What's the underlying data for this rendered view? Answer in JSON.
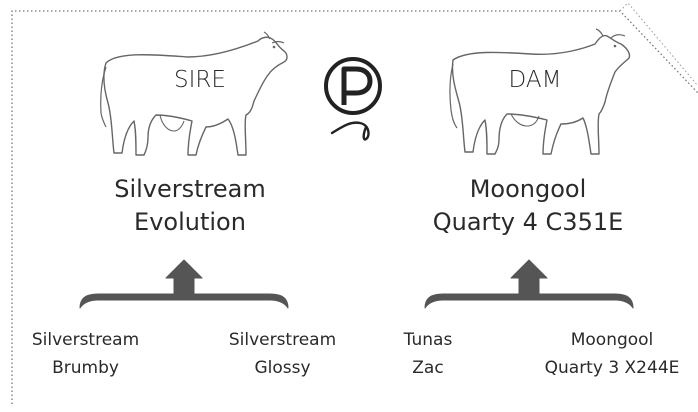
{
  "sire": {
    "label": "SIRE",
    "name_line1": "Silverstream",
    "name_line2": "Evolution",
    "parents": [
      {
        "line1": "Silverstream",
        "line2": "Brumby"
      },
      {
        "line1": "Silverstream",
        "line2": "Glossy"
      }
    ]
  },
  "dam": {
    "label": "DAM",
    "name_line1": "Moongool",
    "name_line2": "Quarty 4 C351E",
    "parents": [
      {
        "line1": "Tunas",
        "line2": "Zac"
      },
      {
        "line1": "Moongool",
        "line2": "Quarty 3 X244E"
      }
    ]
  },
  "icons": {
    "poll": "poll-p-icon",
    "sire": "bull-outline-icon",
    "dam": "cow-outline-icon"
  },
  "colors": {
    "text": "#2a2a2a",
    "arrow": "#555555",
    "outline": "#666666",
    "border": "#777777"
  }
}
